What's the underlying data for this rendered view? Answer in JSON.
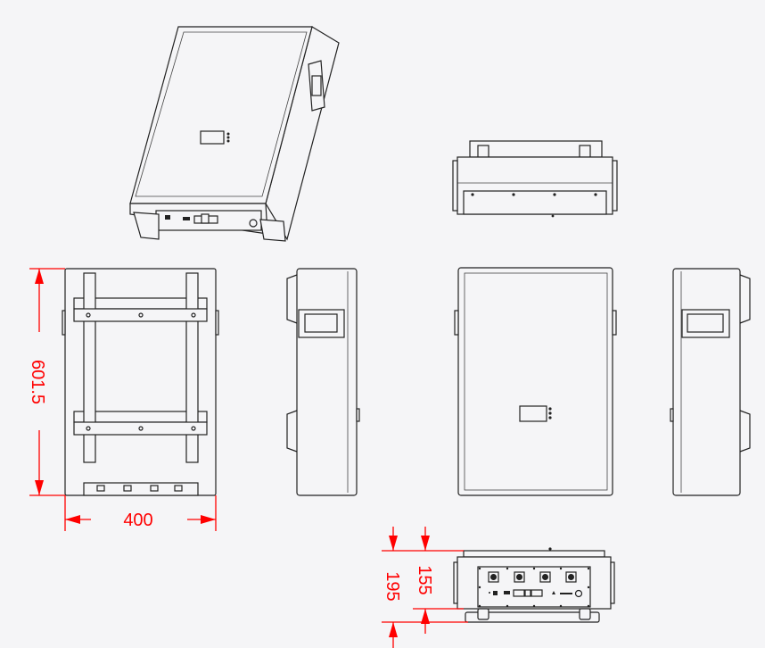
{
  "drawing": {
    "views": [
      "isometric",
      "top",
      "back",
      "left-side",
      "front",
      "right-side",
      "bottom"
    ],
    "line_color": "#222222",
    "dimension_color": "#ff0000"
  },
  "dimensions": {
    "height": "601.5",
    "width": "400",
    "depth_body": "155",
    "depth_total": "195"
  }
}
